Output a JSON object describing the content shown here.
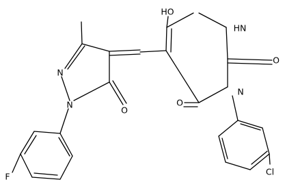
{
  "structure": {
    "atom_labels": {
      "n1": "N",
      "n2": "N",
      "o_pyrazolone": "O",
      "f": "F",
      "oh": "HO",
      "nh": "HN",
      "o2": "O",
      "n3": "N",
      "o4": "O",
      "cl": "Cl"
    },
    "colors": {
      "bond": "#000000",
      "label": "#000000",
      "background": "#ffffff"
    }
  }
}
